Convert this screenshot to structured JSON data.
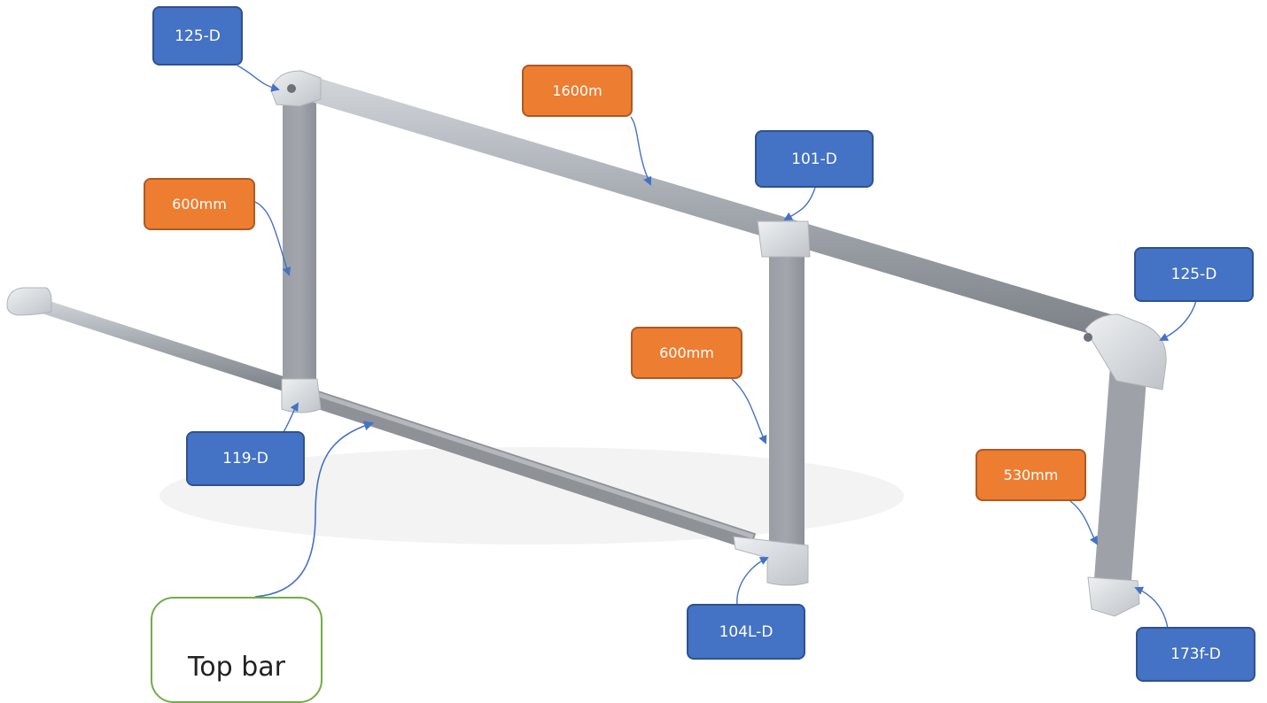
{
  "colors": {
    "part_fill": "#4472c4",
    "dimension_fill": "#ed7d31",
    "note_border": "#70ad47",
    "connector": "#4472c4",
    "tube": "#a9adb3"
  },
  "labels": {
    "fitting_top_left": "125-D",
    "fitting_top_middle": "101-D",
    "fitting_top_right": "125-D",
    "fitting_bottom_left": "119-D",
    "fitting_bottom_middle": "104L-D",
    "fitting_bottom_right": "173f-D",
    "length_top_rail": "1600m",
    "length_left_upright": "600mm",
    "length_middle_upright": "600mm",
    "length_right_upright": "530mm"
  },
  "note": {
    "text": "Top bar"
  }
}
